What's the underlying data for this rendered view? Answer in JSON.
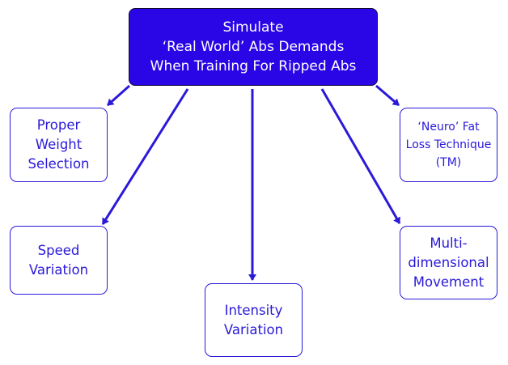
{
  "diagram": {
    "root": {
      "lines": [
        "Simulate",
        "‘Real World’ Abs Demands",
        "When Training For Ripped Abs"
      ]
    },
    "nodes": [
      {
        "id": "proper-weight-selection",
        "lines": [
          "Proper",
          "Weight",
          "Selection"
        ]
      },
      {
        "id": "speed-variation",
        "lines": [
          "Speed",
          "Variation"
        ]
      },
      {
        "id": "intensity-variation",
        "lines": [
          "Intensity",
          "Variation"
        ]
      },
      {
        "id": "neuro-fat-loss-technique",
        "lines": [
          "‘Neuro’ Fat",
          "Loss Technique",
          "(TM)"
        ]
      },
      {
        "id": "multi-dimensional-movement",
        "lines": [
          "Multi-",
          "dimensional",
          "Movement"
        ]
      }
    ],
    "edges": [
      {
        "from": "root",
        "to": "proper-weight-selection"
      },
      {
        "from": "root",
        "to": "speed-variation"
      },
      {
        "from": "root",
        "to": "intensity-variation"
      },
      {
        "from": "root",
        "to": "multi-dimensional-movement"
      },
      {
        "from": "root",
        "to": "neuro-fat-loss-technique"
      }
    ],
    "colors": {
      "root_fill": "#2a05e6",
      "root_text": "#ffffff",
      "node_border": "#2a19d8",
      "node_text": "#2a19d8",
      "arrow": "#2a19d8"
    }
  }
}
